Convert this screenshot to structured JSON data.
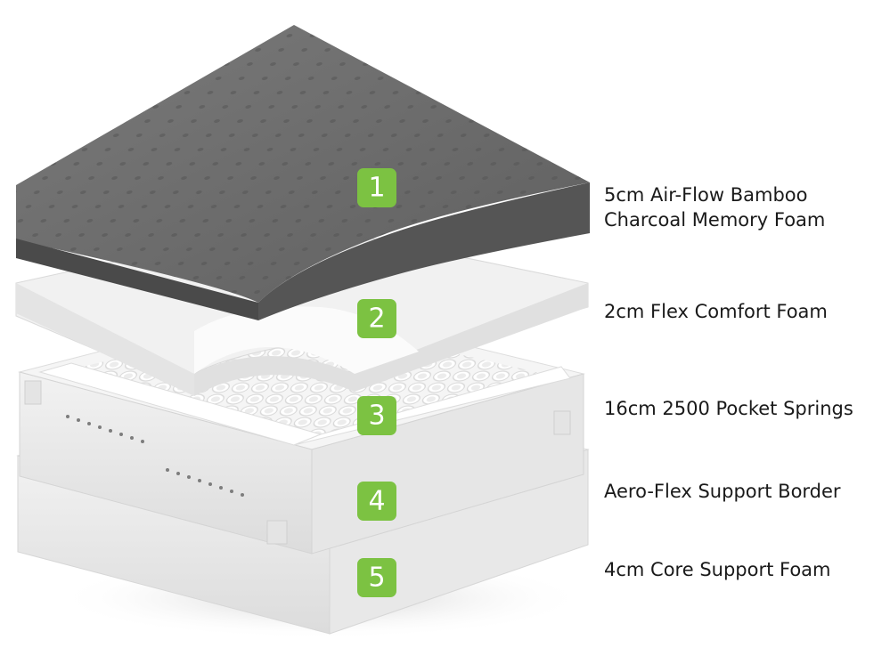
{
  "layers": [
    {
      "number": "1",
      "line1": "5cm Air-Flow Bamboo",
      "line2": "Charcoal Memory Foam"
    },
    {
      "number": "2",
      "line1": "2cm Flex Comfort Foam"
    },
    {
      "number": "3",
      "line1": "16cm 2500 Pocket Springs"
    },
    {
      "number": "4",
      "line1": "Aero-Flex Support Border"
    },
    {
      "number": "5",
      "line1": "4cm Core Support Foam"
    }
  ],
  "colors": {
    "badge": "#7cc242",
    "charcoal_top": "#6d6d6d",
    "charcoal_side": "#4e4e4e",
    "foam_top": "#f4f4f4",
    "foam_side": "#e2e2e2",
    "text": "#1a1a1a"
  }
}
